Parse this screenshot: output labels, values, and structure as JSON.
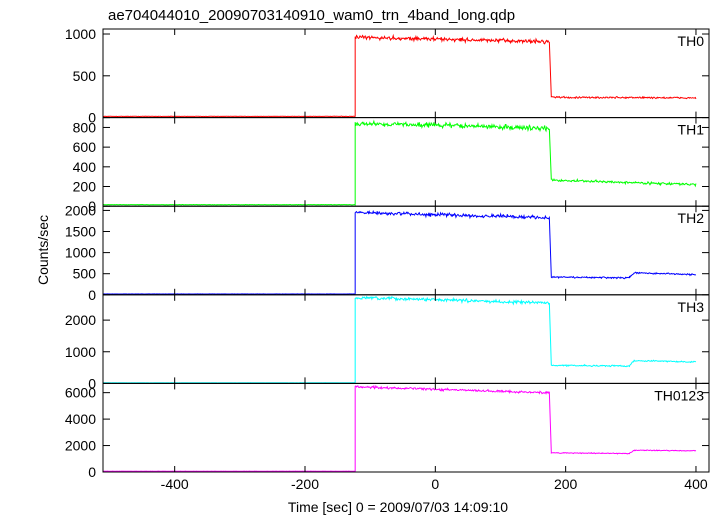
{
  "chart_data": {
    "type": "line",
    "title": "ae704044010_20090703140910_wam0_trn_4band_long.qdp",
    "xlabel": "Time [sec] 0 = 2009/07/03 14:09:10",
    "ylabel": "Counts/sec",
    "xlim": [
      -510,
      420
    ],
    "x_ticks": [
      -400,
      -200,
      0,
      200,
      400
    ],
    "panels": [
      {
        "name": "TH0",
        "color": "#ff0000",
        "ylim": [
          0,
          1060
        ],
        "y_ticks": [
          0,
          500,
          1000
        ],
        "segments": [
          {
            "x": [
              -510,
              -123
            ],
            "y": [
              15,
              15
            ],
            "noise": 1.5
          },
          {
            "x": [
              -123,
              0,
              100,
              170,
              175
            ],
            "y": [
              960,
              940,
              920,
              910,
              905
            ],
            "noise": 20
          },
          {
            "x": [
              175,
              178
            ],
            "y": [
              905,
              250
            ],
            "noise": 0
          },
          {
            "x": [
              178,
              200,
              300,
              400
            ],
            "y": [
              250,
              240,
              240,
              235
            ],
            "noise": 9
          }
        ]
      },
      {
        "name": "TH1",
        "color": "#00ff00",
        "ylim": [
          0,
          900
        ],
        "y_ticks": [
          0,
          200,
          400,
          600,
          800
        ],
        "segments": [
          {
            "x": [
              -510,
              -123
            ],
            "y": [
              15,
              15
            ],
            "noise": 1.5
          },
          {
            "x": [
              -123,
              0,
              100,
              170,
              175
            ],
            "y": [
              840,
              825,
              805,
              790,
              785
            ],
            "noise": 20
          },
          {
            "x": [
              175,
              178
            ],
            "y": [
              785,
              270
            ],
            "noise": 0
          },
          {
            "x": [
              178,
              300,
              400
            ],
            "y": [
              265,
              240,
              220
            ],
            "noise": 10
          }
        ]
      },
      {
        "name": "TH2",
        "color": "#0000ff",
        "ylim": [
          0,
          2100
        ],
        "y_ticks": [
          0,
          500,
          1000,
          1500,
          2000
        ],
        "segments": [
          {
            "x": [
              -510,
              -123
            ],
            "y": [
              20,
              20
            ],
            "noise": 2
          },
          {
            "x": [
              -123,
              0,
              100,
              170,
              175
            ],
            "y": [
              1950,
              1900,
              1860,
              1830,
              1820
            ],
            "noise": 35
          },
          {
            "x": [
              175,
              178
            ],
            "y": [
              1820,
              430
            ],
            "noise": 0
          },
          {
            "x": [
              178,
              298
            ],
            "y": [
              420,
              400
            ],
            "noise": 15
          },
          {
            "x": [
              298,
              305,
              400
            ],
            "y": [
              420,
              520,
              480
            ],
            "noise": 15
          }
        ]
      },
      {
        "name": "TH3",
        "color": "#00ffff",
        "ylim": [
          0,
          2800
        ],
        "y_ticks": [
          0,
          1000,
          2000
        ],
        "segments": [
          {
            "x": [
              -510,
              -123
            ],
            "y": [
              20,
              20
            ],
            "noise": 2
          },
          {
            "x": [
              -123,
              0,
              100,
              170,
              175
            ],
            "y": [
              2700,
              2650,
              2580,
              2550,
              2540
            ],
            "noise": 40
          },
          {
            "x": [
              175,
              178
            ],
            "y": [
              2540,
              580
            ],
            "noise": 0
          },
          {
            "x": [
              178,
              298
            ],
            "y": [
              570,
              550
            ],
            "noise": 18
          },
          {
            "x": [
              298,
              305,
              400
            ],
            "y": [
              560,
              720,
              680
            ],
            "noise": 18
          }
        ]
      },
      {
        "name": "TH0123",
        "color": "#ff00ff",
        "ylim": [
          0,
          6700
        ],
        "y_ticks": [
          0,
          2000,
          4000,
          6000
        ],
        "segments": [
          {
            "x": [
              -510,
              -123
            ],
            "y": [
              60,
              60
            ],
            "noise": 4
          },
          {
            "x": [
              -123,
              0,
              100,
              170,
              175
            ],
            "y": [
              6450,
              6250,
              6100,
              6000,
              5980
            ],
            "noise": 70
          },
          {
            "x": [
              175,
              178
            ],
            "y": [
              5980,
              1480
            ],
            "noise": 0
          },
          {
            "x": [
              178,
              298
            ],
            "y": [
              1450,
              1400
            ],
            "noise": 30
          },
          {
            "x": [
              298,
              305,
              400
            ],
            "y": [
              1420,
              1650,
              1600
            ],
            "noise": 30
          }
        ]
      }
    ]
  }
}
